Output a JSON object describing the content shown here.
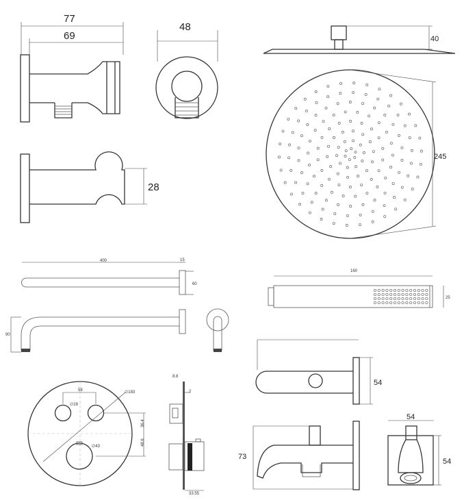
{
  "dimensions": {
    "wall_holder_length": "77",
    "wall_holder_depth": "69",
    "wall_outlet_diameter": "48",
    "rain_head_thickness": "40",
    "rain_head_diameter": "245",
    "holder_height": "28",
    "arm_length": "400",
    "arm_flange_depth": "15",
    "arm_flange_diameter": "60",
    "arm_drop": "90",
    "hand_shower_length": "160",
    "hand_shower_width": "25",
    "spout_length": "",
    "spout_height": "54",
    "diverter_spout_height": "73",
    "outlet_elbow_width": "54",
    "outlet_elbow_height": "54",
    "valve_knob_spacing": "58",
    "valve_small_knob_dia": "∅28",
    "valve_plate_dia": "∅183",
    "valve_large_knob_dia": "∅43",
    "valve_upper_offset": "36.4",
    "valve_lower_offset": "48.6",
    "valve_plate_offset": "8.8",
    "valve_plate_thickness": "2",
    "valve_knob_depth": "33.55"
  }
}
